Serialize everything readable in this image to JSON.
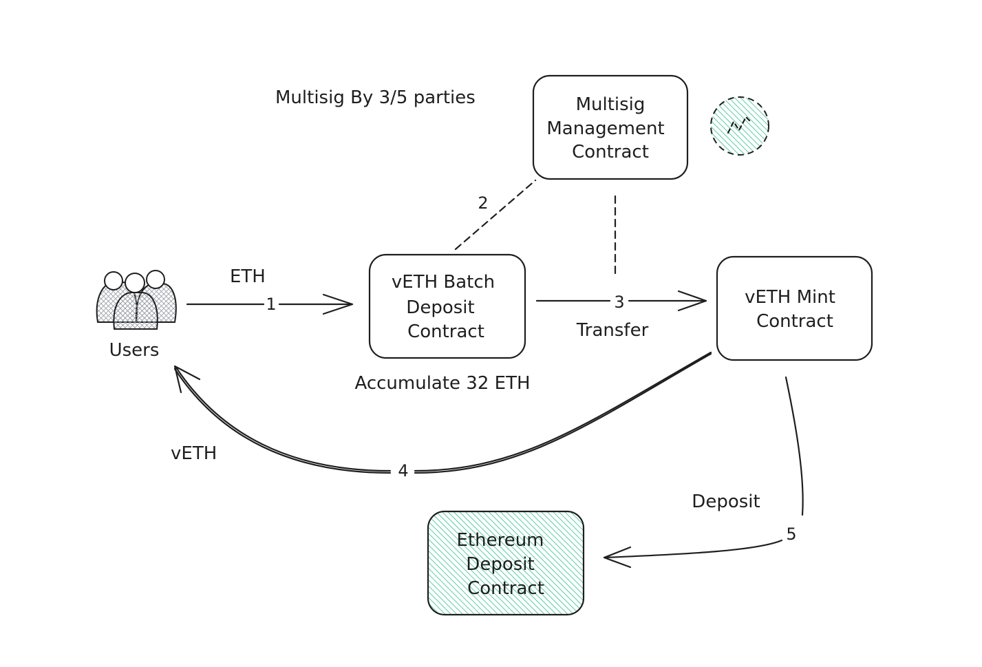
{
  "annotations": {
    "multisig_note": "Multisig By 3/5 parties",
    "accumulate_note": "Accumulate 32 ETH"
  },
  "nodes": {
    "users": {
      "label": "Users"
    },
    "multisig": {
      "lines": [
        "Multisig",
        "Management",
        "Contract"
      ]
    },
    "batch": {
      "lines": [
        "vETH Batch",
        "Deposit",
        "Contract"
      ]
    },
    "mint": {
      "lines": [
        "vETH Mint",
        "Contract"
      ]
    },
    "ethereum": {
      "lines": [
        "Ethereum",
        "Deposit",
        "Contract"
      ]
    }
  },
  "edges": {
    "e1": {
      "label": "ETH",
      "step": "1"
    },
    "e2": {
      "step": "2"
    },
    "e3": {
      "label": "Transfer",
      "step": "3"
    },
    "e4": {
      "label": "vETH",
      "step": "4"
    },
    "e5": {
      "label": "Deposit",
      "step": "5"
    }
  },
  "colors": {
    "stroke": "#1e1e1e",
    "accent_fill": "#2fbf8f",
    "users_fill": "#c9ccd1"
  }
}
